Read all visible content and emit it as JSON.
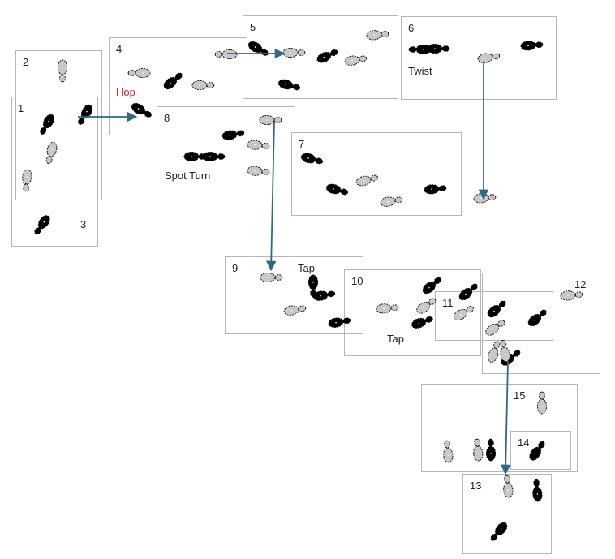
{
  "panels": [
    {
      "number": "1"
    },
    {
      "number": "2"
    },
    {
      "number": "3"
    },
    {
      "number": "4"
    },
    {
      "number": "5"
    },
    {
      "number": "6"
    },
    {
      "number": "7"
    },
    {
      "number": "8"
    },
    {
      "number": "9"
    },
    {
      "number": "10"
    },
    {
      "number": "11"
    },
    {
      "number": "12"
    },
    {
      "number": "13"
    },
    {
      "number": "14"
    },
    {
      "number": "15"
    }
  ],
  "labels": {
    "hop": "Hop",
    "twist": "Twist",
    "spot_turn": "Spot Turn",
    "tap_9": "Tap",
    "tap_10": "Tap"
  },
  "colors": {
    "step_black": "#000000",
    "step_gray": "#c8c8c8",
    "arrow": "#2e6a86",
    "frame": "#b7b7b7",
    "hop_text": "#e81d1d"
  }
}
